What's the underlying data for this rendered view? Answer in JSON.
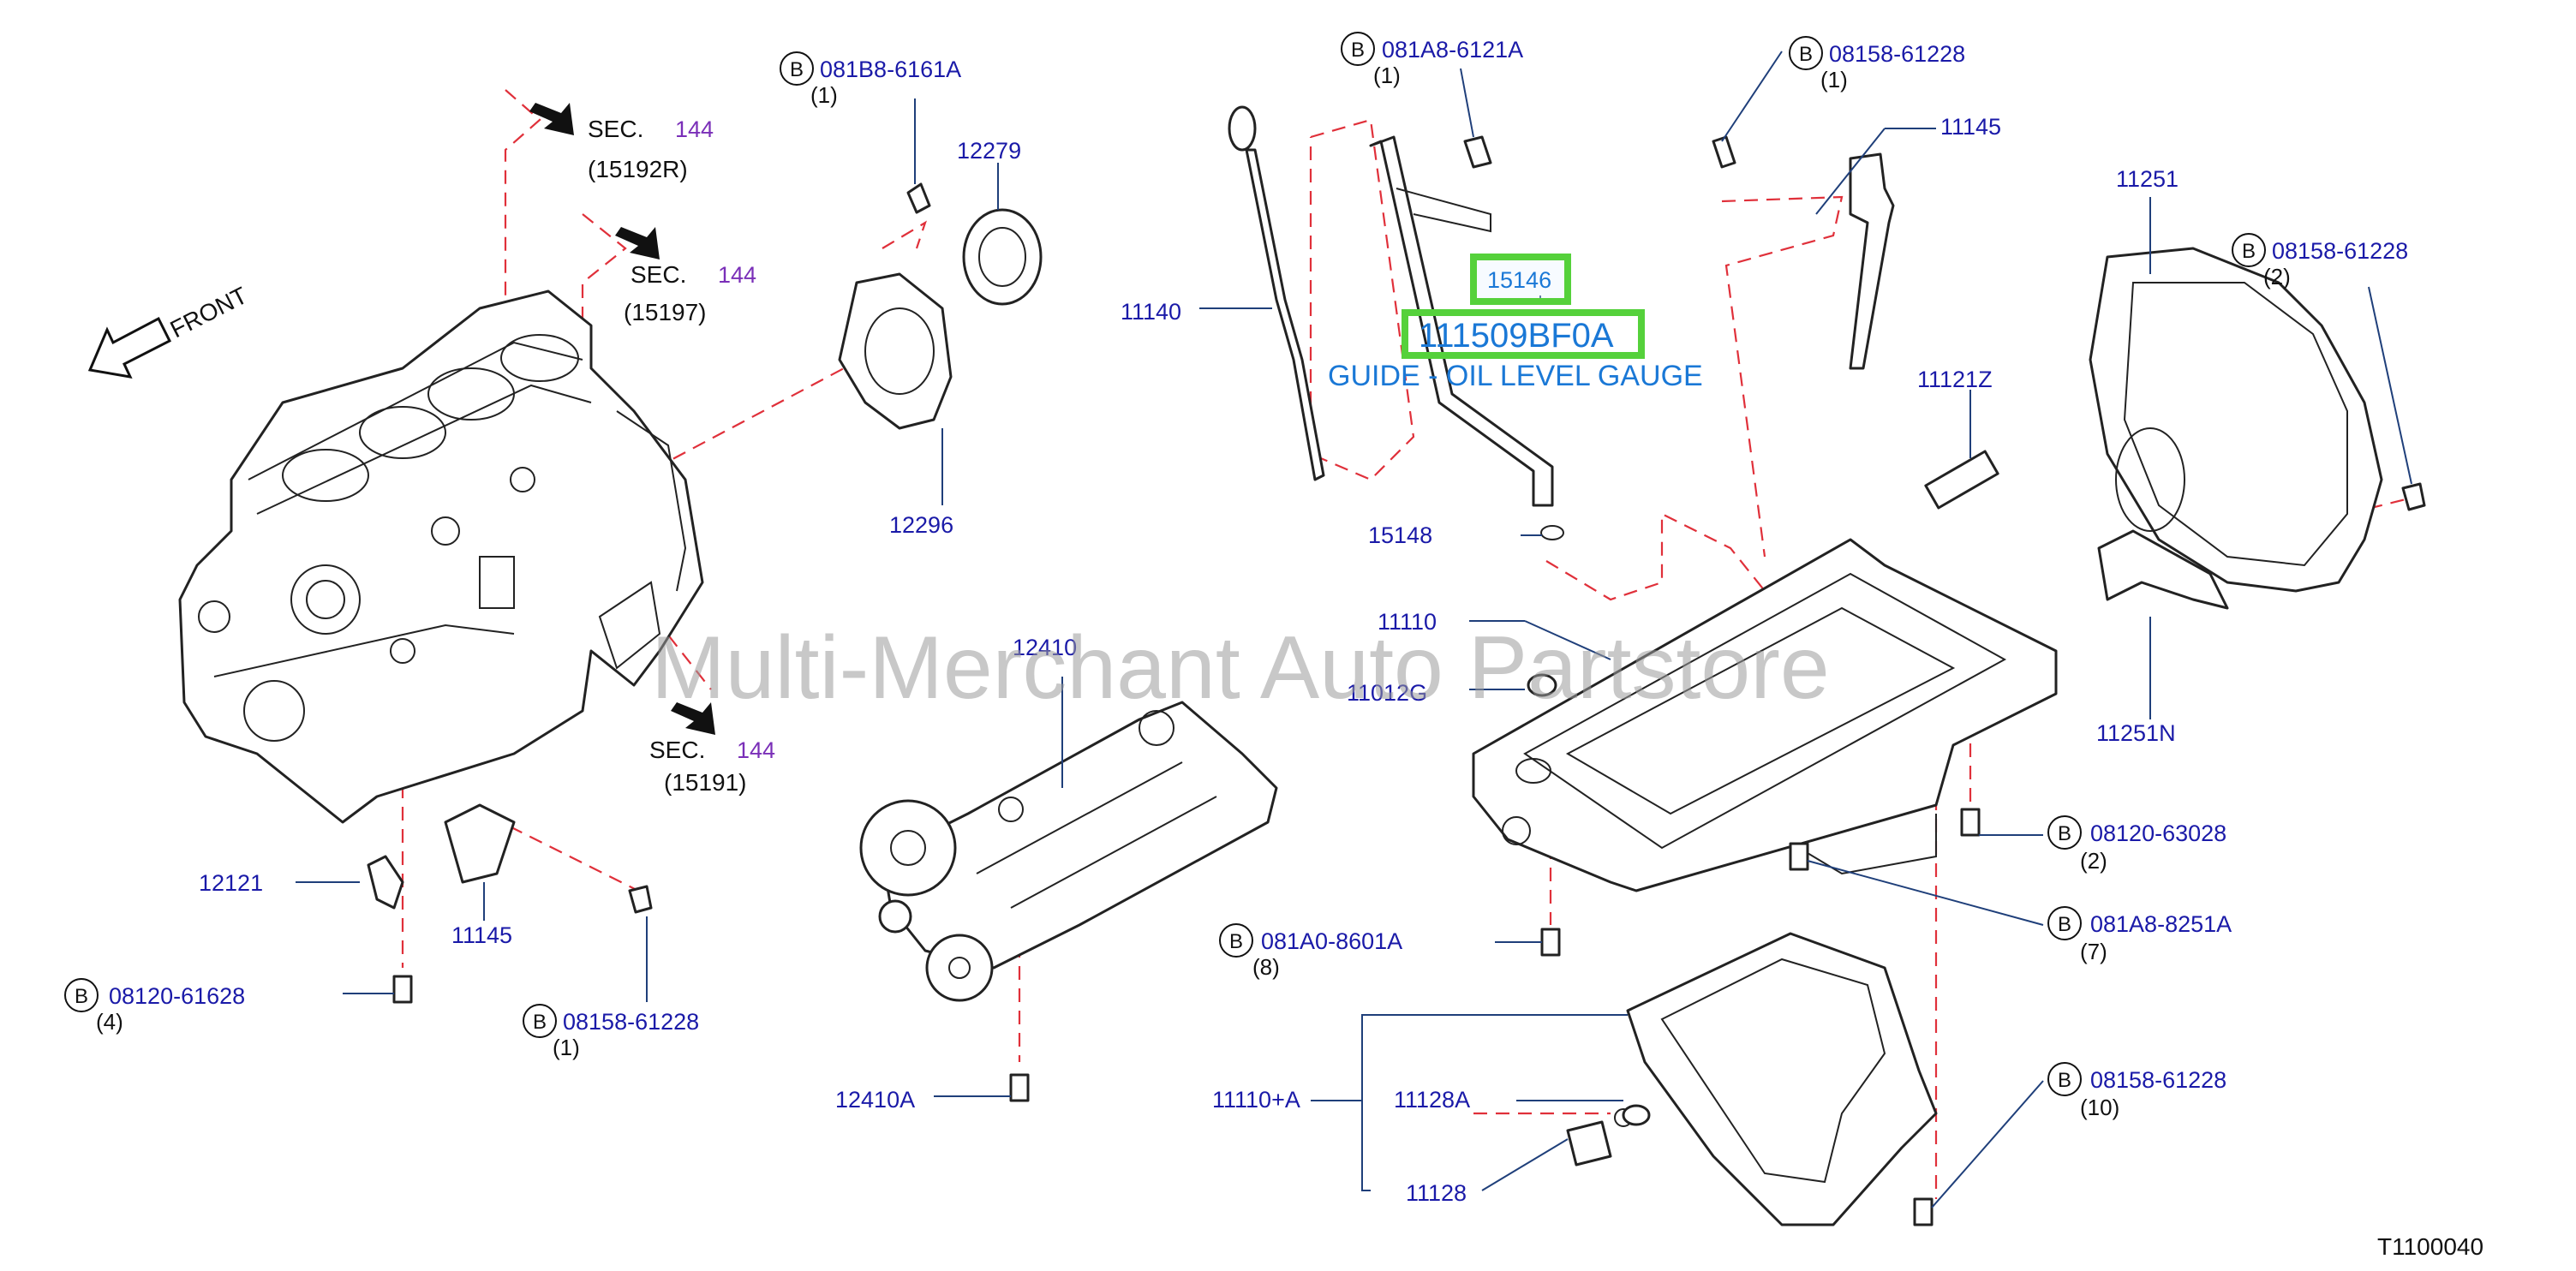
{
  "front_label": "FRONT",
  "sections": [
    {
      "sec": "SEC.",
      "num": "144",
      "ref": "(15192R)"
    },
    {
      "sec": "SEC.",
      "num": "144",
      "ref": "(15197)"
    },
    {
      "sec": "SEC.",
      "num": "144",
      "ref": "(15191)"
    }
  ],
  "bolt_badge": "B",
  "bolts": [
    {
      "part": "081B8-6161A",
      "qty": "(1)"
    },
    {
      "part": "081A8-6121A",
      "qty": "(1)"
    },
    {
      "part": "08158-61228",
      "qty": "(1)"
    },
    {
      "part": "08158-61228",
      "qty": "(2)"
    },
    {
      "part": "08120-61628",
      "qty": "(4)"
    },
    {
      "part": "08158-61228",
      "qty": "(1)"
    },
    {
      "part": "081A0-8601A",
      "qty": "(8)"
    },
    {
      "part": "08120-63028",
      "qty": "(2)"
    },
    {
      "part": "081A8-8251A",
      "qty": "(7)"
    },
    {
      "part": "08158-61228",
      "qty": "(10)"
    }
  ],
  "parts": [
    "12279",
    "12296",
    "11140",
    "15148",
    "11145",
    "11251",
    "11121Z",
    "11110",
    "11012G",
    "12410",
    "11251N",
    "12121",
    "11145",
    "12410A",
    "11110+A",
    "11128A",
    "11128"
  ],
  "highlight": {
    "small": "15146",
    "large": "111509BF0A",
    "name": "GUIDE - OIL LEVEL GAUGE"
  },
  "watermark": "Multi-Merchant Auto Partstore",
  "diagram_code": "T1100040"
}
